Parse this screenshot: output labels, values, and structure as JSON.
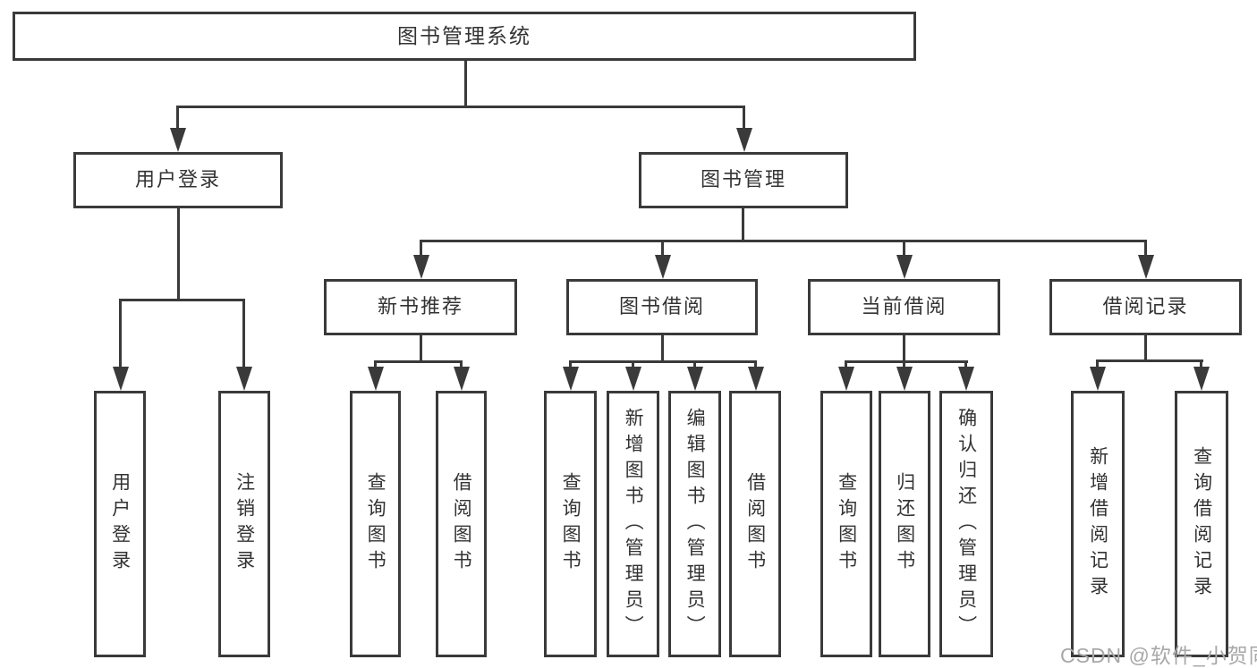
{
  "diagram": {
    "root": {
      "label": "图书管理系统"
    },
    "level2": [
      {
        "label": "用户登录"
      },
      {
        "label": "图书管理"
      }
    ],
    "level3": [
      {
        "label": "新书推荐"
      },
      {
        "label": "图书借阅"
      },
      {
        "label": "当前借阅"
      },
      {
        "label": "借阅记录"
      }
    ],
    "leaves": [
      {
        "label": "用户登录"
      },
      {
        "label": "注销登录"
      },
      {
        "label": "查询图书"
      },
      {
        "label": "借阅图书"
      },
      {
        "label": "查询图书"
      },
      {
        "label": "新增图书（管理员）"
      },
      {
        "label": "编辑图书（管理员）"
      },
      {
        "label": "借阅图书"
      },
      {
        "label": "查询图书"
      },
      {
        "label": "归还图书"
      },
      {
        "label": "确认归还（管理员）"
      },
      {
        "label": "新增借阅记录"
      },
      {
        "label": "查询借阅记录"
      }
    ],
    "watermark": "CSDN @软件_小贺同学",
    "colors": {
      "line": "#3a3a3a",
      "text": "#333333",
      "watermark": "#a8a8a8",
      "background": "#ffffff"
    }
  }
}
